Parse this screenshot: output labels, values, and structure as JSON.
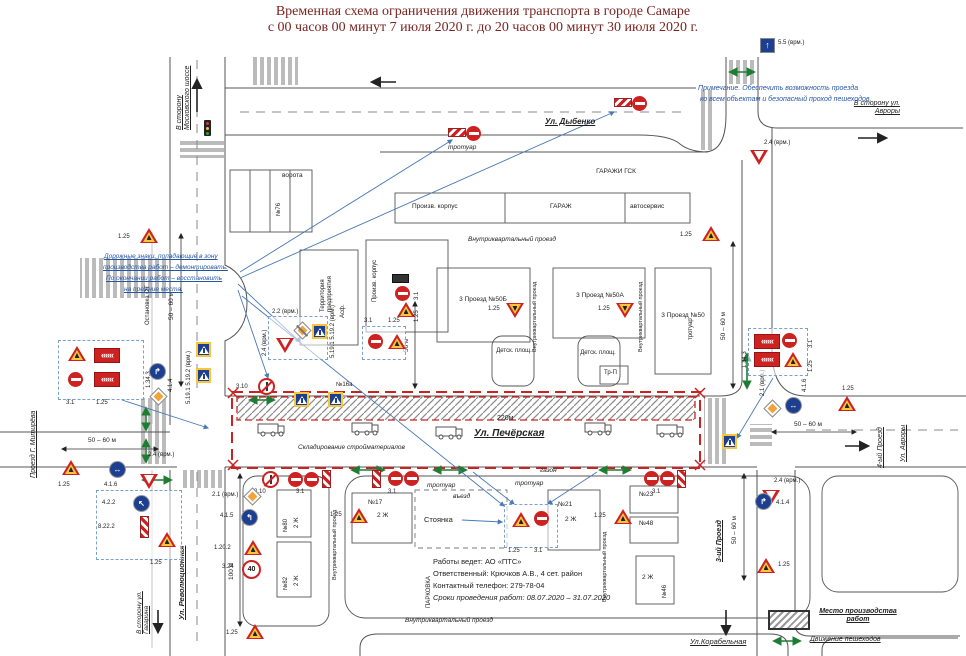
{
  "title": {
    "line1": "Временная схема ограничения движения транспорта в городе Самаре",
    "line2": "с 00 часов 00 минут 7 июля 2020 г. до 20 часов 00 минут 30 июля 2020 г."
  },
  "notes": {
    "right_line1": "Примечание. Обеспечить возможность проезда",
    "right_line2": "ко всем объектам и безопасный проход пешеходов.",
    "left_line1": "Дорожные знаки, попадающие в зону",
    "left_line2": "производства работ – демонтировать.",
    "left_line3": "По окончании работ – восстановить",
    "left_line4": "на прежние места."
  },
  "directions": {
    "to_moscow": "В сторону Московского шоссе",
    "to_aurora": "В сторону ул. Авроры",
    "to_gagarina": "В сторону ул. Гагарина"
  },
  "streets": {
    "dybenko": "Ул. Дыбенко",
    "pecherskaya": "Ул. Печёрская",
    "revolutionnaya": "Ул. Революционная",
    "mitireva": "Проезд Г. Митирёва",
    "proezd3": "3-ий Проезд",
    "proezd4": "4-ый Проезд",
    "aurora": "Ул. Авроры",
    "korabelnaya": "Ул.Корабельная"
  },
  "areas": {
    "trotuar": "тротуар",
    "vorota": "ворота",
    "garages": "ГАРАЖИ ГСК",
    "proizv_korpus": "Произв. корпус",
    "garazh": "ГАРАЖ",
    "autoservice": "автосервис",
    "inner_drive": "Внутриквартальный проезд",
    "territory": "Территория предприятия",
    "asf": "Асф.",
    "bus_stop": "Остановка ОТ",
    "gazon": "газон",
    "vyezd": "въезд",
    "stoyanka": "Стоянка",
    "parkovka": "ПАРКОВКА",
    "sklad": "Складирование стройматериалов",
    "playground": "Детск. площ.",
    "trp": "Тр-П"
  },
  "buildings": {
    "b76": "№76",
    "b16a": "№16а",
    "b50b": "3 Проезд №50Б",
    "b50a": "3 Проезд №50А",
    "b50": "3 Проезд №50",
    "b80": "№80",
    "b82": "№82",
    "b17": "№17",
    "b21": "№21",
    "b23": "№23",
    "b48": "№48",
    "b46": "№46",
    "floors": "2 Ж"
  },
  "dimensions": {
    "d220": "220м",
    "d50_60": "50 – 60 м",
    "d100": "100 м",
    "d50": "50 м"
  },
  "sign_labels": {
    "s125": "1.25",
    "s1343": "1.34.3",
    "s31": "3.1",
    "s310": "3.10",
    "s24": "2.4 (врм.)",
    "s21": "2.1 (врм.)",
    "s22": "2.2 (врм.)",
    "s415": "4.1.5",
    "s416": "4.1.6",
    "s414": "4.1.4",
    "s422": "4.2.2",
    "s8222": "8.22.2",
    "s324": "3.24",
    "s40": "40",
    "s55": "5.5 (врм.)",
    "s519": "5.19.1 5.19.2 (врм.)",
    "s1202": "1.20.2"
  },
  "legend": {
    "work_area": "Место производства работ",
    "pedestrians": "Движение пешеходов"
  },
  "work_info": {
    "line1": "Работы ведет: АО «ПТС»",
    "line2": "Ответственный: Крючков А.В., 4 сет. район",
    "line3": "Контактный телефон: 279-78-04",
    "line4": "Сроки проведения работ: 08.07.2020 – 31.07.2020"
  },
  "icons": {
    "up_arrow": "↑",
    "down_arrow": "↓",
    "left_arrow": "←",
    "right_arrow": "→",
    "turn_left": "↰",
    "turn_right": "↱",
    "left_right": "↔",
    "detour_left": "↖",
    "chevrons_left": "«««",
    "chevrons_right": "»»»"
  },
  "colors": {
    "work_zone_red": "#cc2222",
    "note_blue": "#2456a8",
    "pedestrian_green": "#1e7d32",
    "sign_blue": "#1d3f8f",
    "sign_yellow": "#f7c63d",
    "title_color": "#7a2420"
  }
}
